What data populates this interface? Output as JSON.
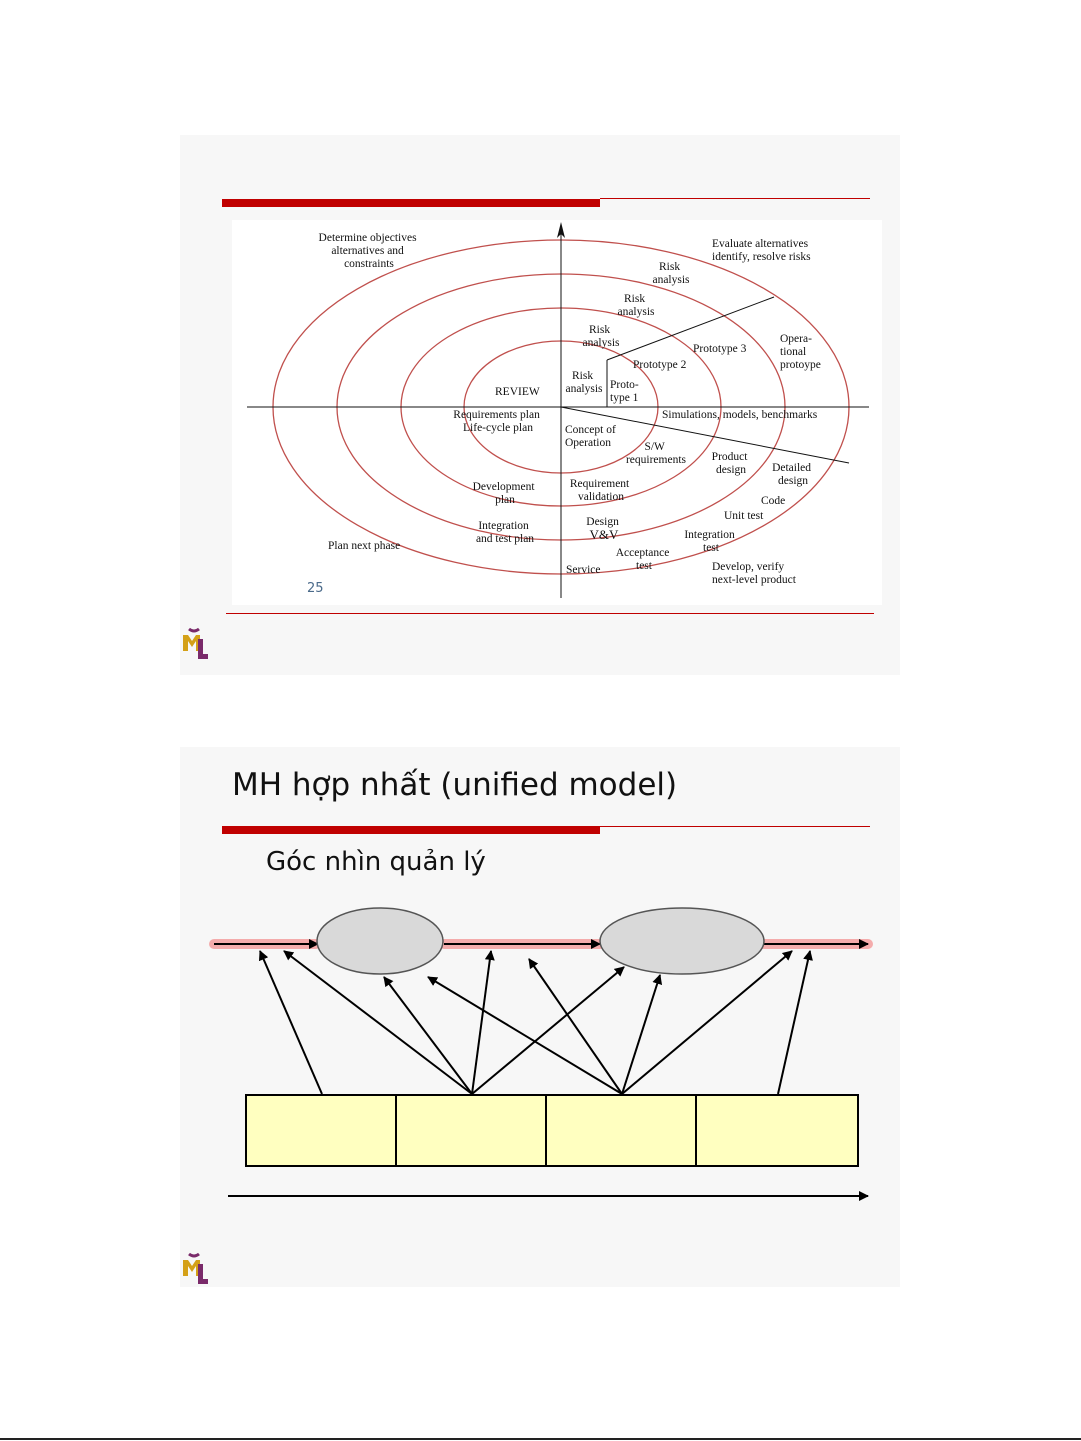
{
  "slide1": {
    "page_number": "25",
    "spiral_labels": {
      "determine": [
        "Determine objectives",
        "alternatives and",
        "constraints"
      ],
      "evaluate": [
        "Evaluate alternatives",
        "identify, resolve risks"
      ],
      "risk1": [
        "Risk",
        "analysis"
      ],
      "risk2": [
        "Risk",
        "analysis"
      ],
      "risk3": [
        "Risk",
        "analysis"
      ],
      "risk4": [
        "Risk",
        "analysis"
      ],
      "operational": [
        "Opera-",
        "tional",
        "protoype"
      ],
      "prototype3": "Prototype 3",
      "prototype2": "Prototype 2",
      "prototype1": [
        "Proto-",
        "type 1"
      ],
      "review": "REVIEW",
      "req_plan": [
        "Requirements plan",
        "Life-cycle plan"
      ],
      "concept": [
        "Concept of",
        "Operation"
      ],
      "simulations": "Simulations, models, benchmarks",
      "sw_req": [
        "S/W",
        "requirements"
      ],
      "product_design": [
        "Product",
        "design"
      ],
      "detailed_design": [
        "Detailed",
        "design"
      ],
      "dev_plan": [
        "Development",
        "plan"
      ],
      "req_validation": [
        "Requirement",
        "validation"
      ],
      "code": "Code",
      "unit_test": "Unit test",
      "integration_plan": [
        "Integration",
        "and test plan"
      ],
      "design_vv": [
        "Design",
        "V&V"
      ],
      "integration_test": [
        "Integration",
        "test"
      ],
      "plan_next": "Plan next phase",
      "acceptance": [
        "Acceptance",
        "test"
      ],
      "service": "Service",
      "develop_verify": [
        "Develop, verify",
        "next-level product"
      ]
    }
  },
  "slide2": {
    "title": "MH hợp nhất (unified model)",
    "subtitle": "Góc nhìn quản lý"
  }
}
